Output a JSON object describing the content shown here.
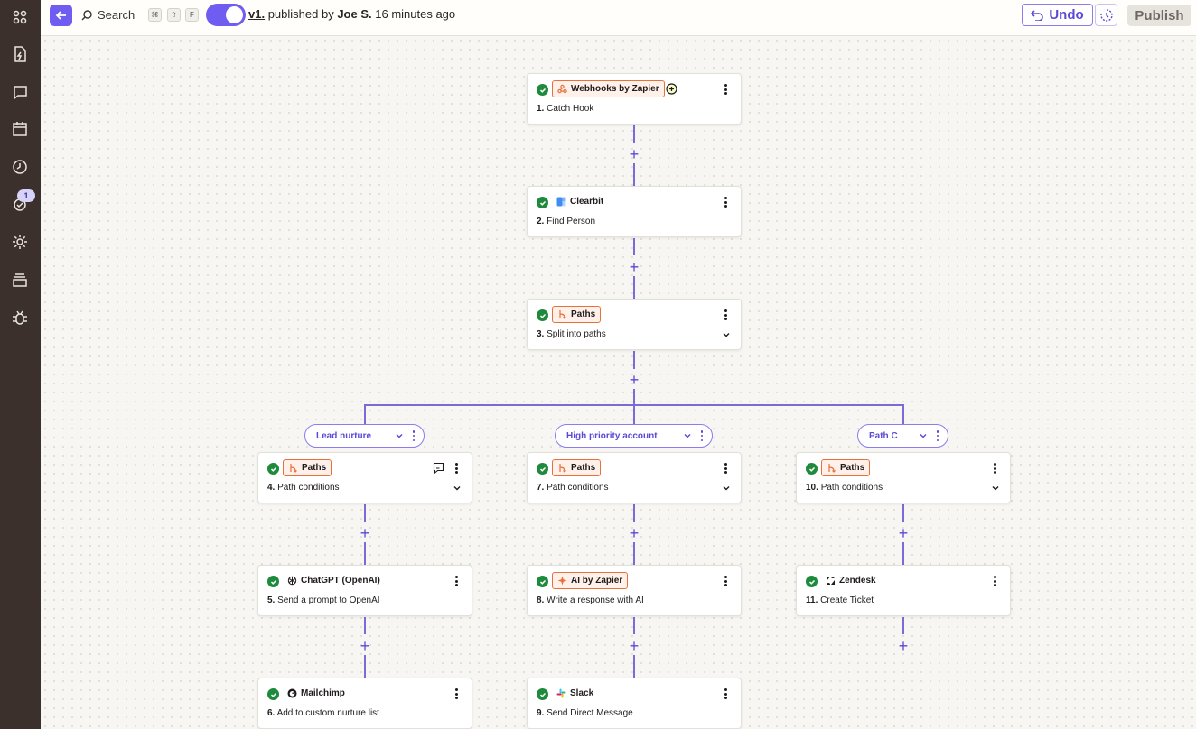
{
  "toolbar": {
    "search_label": "Search",
    "shortcut_keys": [
      "⌘",
      "⇧",
      "F"
    ],
    "version": "v1.",
    "published_by_text": "published by",
    "author": "Joe S.",
    "time_ago": "16 minutes ago",
    "undo_label": "Undo",
    "publish_label": "Publish",
    "toggle_on": true
  },
  "sidebar": {
    "items": [
      {
        "icon": "apps-grid-icon"
      },
      {
        "icon": "zap-file-icon"
      },
      {
        "icon": "comment-icon"
      },
      {
        "icon": "calendar-icon"
      },
      {
        "icon": "clock-icon"
      },
      {
        "icon": "status-icon",
        "badge": "1"
      },
      {
        "icon": "settings-gear-icon"
      },
      {
        "icon": "layers-icon"
      },
      {
        "icon": "bug-icon"
      }
    ]
  },
  "paths": [
    {
      "label": "Lead nurture"
    },
    {
      "label": "High priority account"
    },
    {
      "label": "Path C"
    }
  ],
  "steps": [
    {
      "app": "Webhooks by Zapier",
      "number": "1.",
      "title": "Catch Hook",
      "tag_style": "orange",
      "icon": "webhook-icon"
    },
    {
      "app": "Clearbit",
      "number": "2.",
      "title": "Find Person",
      "tag_style": "plain",
      "icon": "clearbit-icon"
    },
    {
      "app": "Paths",
      "number": "3.",
      "title": "Split into paths",
      "tag_style": "orange",
      "icon": "paths-icon"
    },
    {
      "app": "Paths",
      "number": "4.",
      "title": "Path conditions",
      "tag_style": "orange",
      "icon": "paths-icon"
    },
    {
      "app": "ChatGPT (OpenAI)",
      "number": "5.",
      "title": "Send a prompt to OpenAI",
      "tag_style": "plain",
      "icon": "openai-icon"
    },
    {
      "app": "Mailchimp",
      "number": "6.",
      "title": "Add to custom nurture list",
      "tag_style": "plain",
      "icon": "mailchimp-icon"
    },
    {
      "app": "Paths",
      "number": "7.",
      "title": "Path conditions",
      "tag_style": "orange",
      "icon": "paths-icon"
    },
    {
      "app": "AI by Zapier",
      "number": "8.",
      "title": "Write a response with AI",
      "tag_style": "orange",
      "icon": "ai-icon"
    },
    {
      "app": "Slack",
      "number": "9.",
      "title": "Send Direct Message",
      "tag_style": "plain",
      "icon": "slack-icon"
    },
    {
      "app": "Paths",
      "number": "10.",
      "title": "Path conditions",
      "tag_style": "orange",
      "icon": "paths-icon"
    },
    {
      "app": "Zendesk",
      "number": "11.",
      "title": "Create Ticket",
      "tag_style": "plain",
      "icon": "zendesk-icon"
    }
  ],
  "colors": {
    "accent": "#6f5cf1",
    "connector": "#7b6ad8",
    "success": "#1d8a3c",
    "sidebar": "#3b302c",
    "zapier_orange": "#e8703a"
  }
}
